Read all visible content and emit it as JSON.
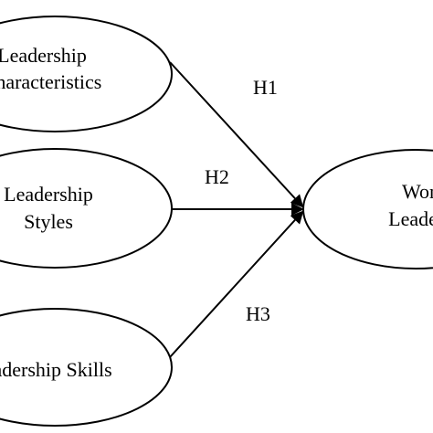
{
  "diagram": {
    "nodes": {
      "characteristics": {
        "line1": "Leadership",
        "line2": "Characteristics"
      },
      "styles": {
        "line1": "Leadership",
        "line2": "Styles"
      },
      "skills": {
        "line1": "Leadership Skills"
      },
      "target": {
        "line1": "Women",
        "line2": "Leadership"
      }
    },
    "edges": {
      "h1": "H1",
      "h2": "H2",
      "h3": "H3"
    },
    "colors": {
      "stroke": "#000000",
      "background": "#ffffff"
    }
  }
}
